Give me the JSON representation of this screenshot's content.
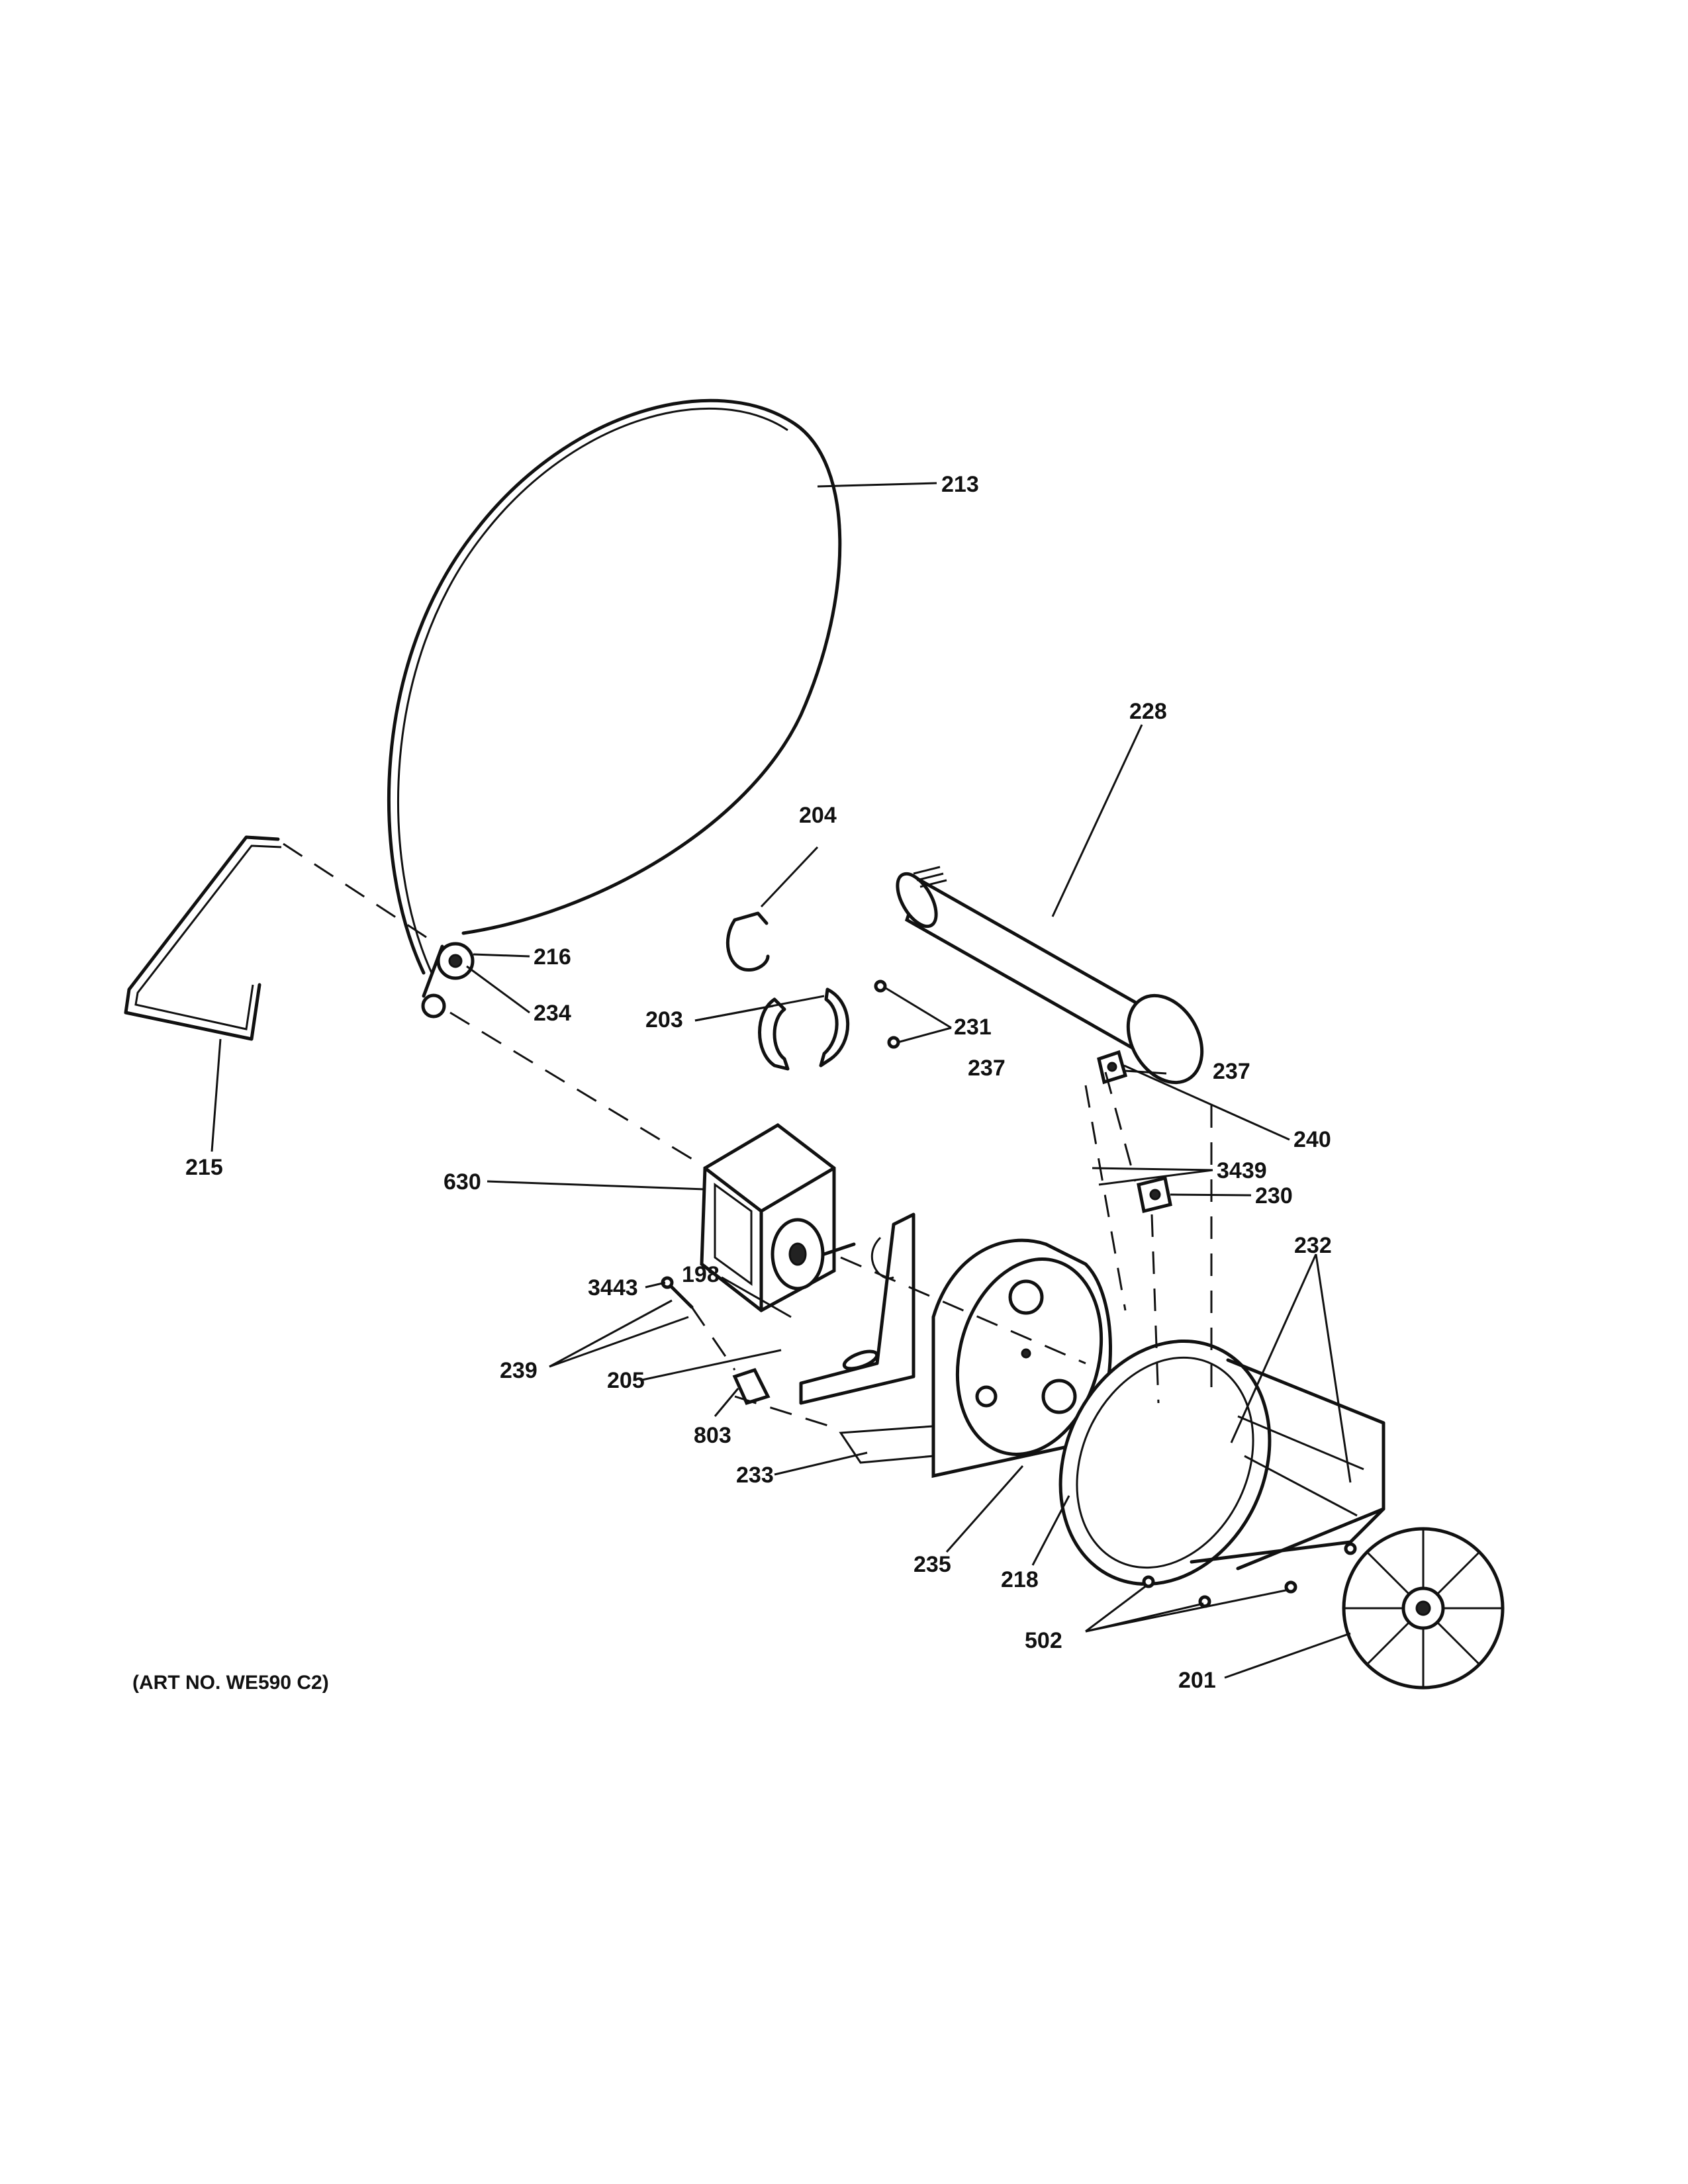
{
  "callouts": {
    "p213": "213",
    "p228": "228",
    "p204": "204",
    "p216": "216",
    "p234": "234",
    "p203": "203",
    "p231": "231",
    "p237a": "237",
    "p237b": "237",
    "p240": "240",
    "p215": "215",
    "p630": "630",
    "p3439": "3439",
    "p230": "230",
    "p232": "232",
    "p3443": "3443",
    "p198": "198",
    "p239": "239",
    "p205": "205",
    "p803": "803",
    "p233": "233",
    "p235": "235",
    "p218": "218",
    "p502": "502",
    "p201": "201"
  },
  "art_number": "(ART NO. WE590 C2)"
}
